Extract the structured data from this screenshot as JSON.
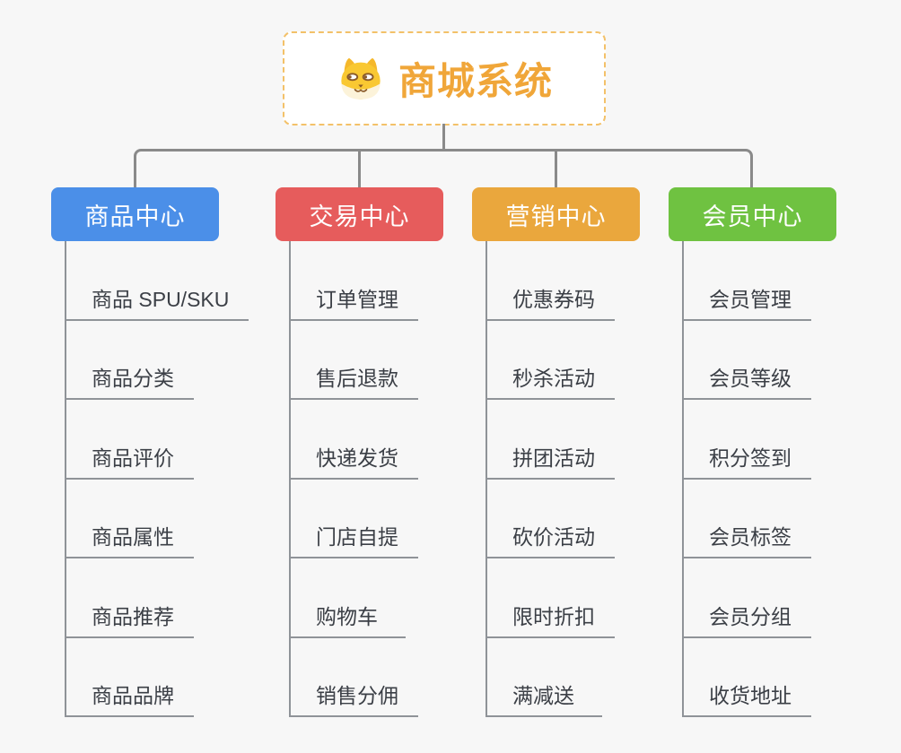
{
  "root": {
    "title": "商城系统",
    "title_color": "#F0A639",
    "icon": "dog-face-icon"
  },
  "connector_color": "#8a8a8a",
  "branches": [
    {
      "label": "商品中心",
      "color": "#4B8FE8",
      "children": [
        "商品 SPU/SKU",
        "商品分类",
        "商品评价",
        "商品属性",
        "商品推荐",
        "商品品牌"
      ]
    },
    {
      "label": "交易中心",
      "color": "#E65C5C",
      "children": [
        "订单管理",
        "售后退款",
        "快递发货",
        "门店自提",
        "购物车",
        "销售分佣"
      ]
    },
    {
      "label": "营销中心",
      "color": "#EAA73D",
      "children": [
        "优惠券码",
        "秒杀活动",
        "拼团活动",
        "砍价活动",
        "限时折扣",
        "满减送"
      ]
    },
    {
      "label": "会员中心",
      "color": "#6FC241",
      "children": [
        "会员管理",
        "会员等级",
        "积分签到",
        "会员标签",
        "会员分组",
        "收货地址"
      ]
    }
  ]
}
